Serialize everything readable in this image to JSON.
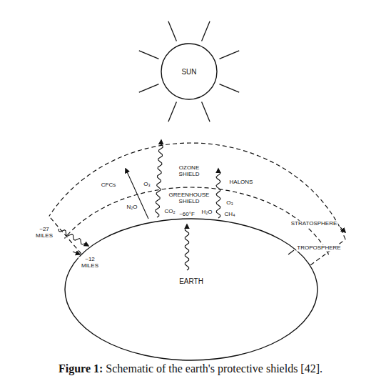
{
  "diagram": {
    "caption": "Figure 1: Schematic of the earth's protective shields [42].",
    "nodes": [
      {
        "text": [
          "SUN"
        ]
      },
      {
        "text": [
          "EARTH"
        ]
      }
    ],
    "labels": [
      "OZONE SHIELD",
      "GREENHOUSE SHIELD",
      "CFCs",
      "O₃",
      "N₂O",
      "HALONS",
      "O₃",
      "CH₄",
      "CO₂",
      "~60°F",
      "H₂O",
      "~27 MILES",
      "~12 MILES",
      "STRATOSPHERE",
      "TROPOSPHERE"
    ]
  }
}
